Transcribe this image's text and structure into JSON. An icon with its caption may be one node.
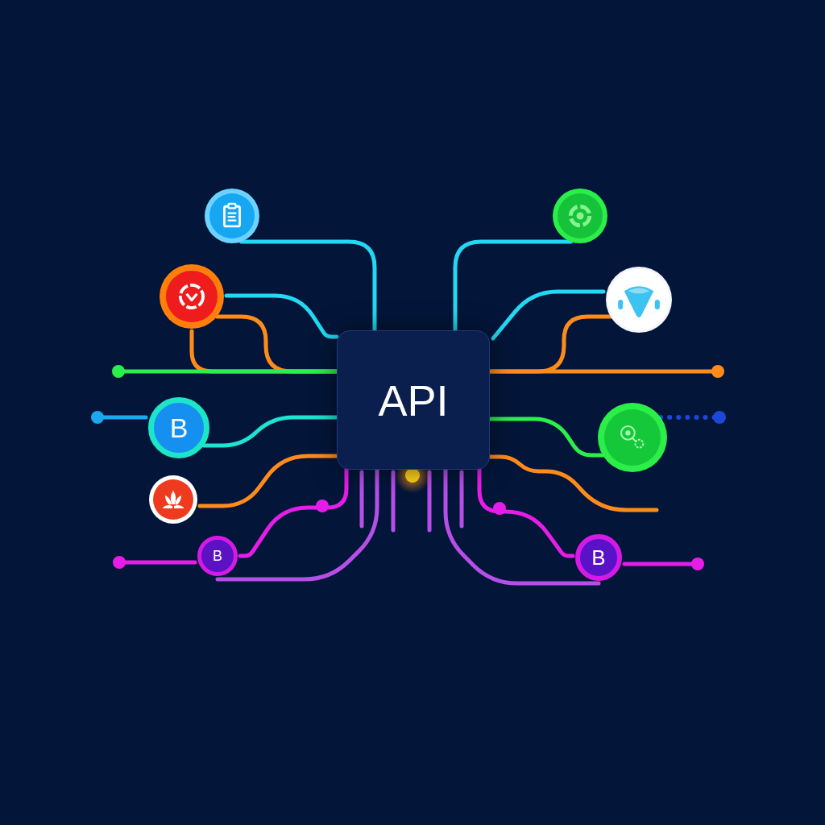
{
  "diagram": {
    "nodes": [
      {
        "text": [
          "API"
        ]
      },
      {
        "text": [],
        "shape": "circle"
      },
      {
        "text": [],
        "shape": "circle"
      },
      {
        "text": [
          "B"
        ]
      },
      {
        "text": [],
        "shape": "circle"
      },
      {
        "text": [
          "B"
        ]
      },
      {
        "text": [],
        "shape": "circle"
      },
      {
        "text": [],
        "shape": "circle"
      },
      {
        "text": [],
        "shape": "circle"
      },
      {
        "text": [
          "B"
        ]
      }
    ],
    "edges": [
      {
        "from": 1,
        "to": 0,
        "arrow": "none",
        "color": "#22d8f2"
      },
      {
        "from": 2,
        "to": 0,
        "arrow": "none",
        "color": "#22d8f2"
      },
      {
        "from": 2,
        "to": 0,
        "arrow": "none",
        "color": "#ff8c1a"
      },
      {
        "from": 2,
        "to": 0,
        "arrow": "none",
        "color": "#ff8c1a"
      },
      {
        "from": null,
        "to": 0,
        "arrow": "other",
        "color": "#2bef4a"
      },
      {
        "from": null,
        "to": 3,
        "arrow": "other",
        "color": "#1aa8f0"
      },
      {
        "from": 3,
        "to": 0,
        "arrow": "none",
        "color": "#1de3d0"
      },
      {
        "from": 4,
        "to": 0,
        "arrow": "none",
        "color": "#ff8c1a"
      },
      {
        "from": 5,
        "to": 0,
        "arrow": "none",
        "color": "#e81ce8"
      },
      {
        "from": null,
        "to": 5,
        "arrow": "other",
        "color": "#e81ce8"
      },
      {
        "from": 5,
        "to": 0,
        "arrow": "none",
        "color": "#b54fe6"
      },
      {
        "from": 6,
        "to": 0,
        "arrow": "none",
        "color": "#22d8f2"
      },
      {
        "from": 7,
        "to": 0,
        "arrow": "none",
        "color": "#22d8f2"
      },
      {
        "from": 7,
        "to": 0,
        "arrow": "none",
        "color": "#ff8c1a"
      },
      {
        "from": 0,
        "to": null,
        "arrow": "other",
        "color": "#ff8c1a"
      },
      {
        "from": 8,
        "to": 0,
        "arrow": "none",
        "color": "#2bef4a"
      },
      {
        "from": 8,
        "to": null,
        "arrow": "other",
        "style": "dashed",
        "color": "#1a48d8"
      },
      {
        "from": 0,
        "to": null,
        "arrow": "none",
        "color": "#ff8c1a"
      },
      {
        "from": 9,
        "to": 0,
        "arrow": "none",
        "color": "#e81ce8"
      },
      {
        "from": 9,
        "to": null,
        "arrow": "other",
        "color": "#e81ce8"
      },
      {
        "from": 9,
        "to": 0,
        "arrow": "none",
        "color": "#b54fe6"
      }
    ]
  }
}
